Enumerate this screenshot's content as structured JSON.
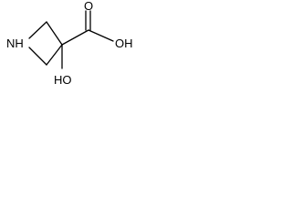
{
  "structure": {
    "atoms": {
      "nh": "NH",
      "carboxyl_oh": "OH",
      "carbonyl_o": "O",
      "hydroxyl": "HO"
    }
  }
}
